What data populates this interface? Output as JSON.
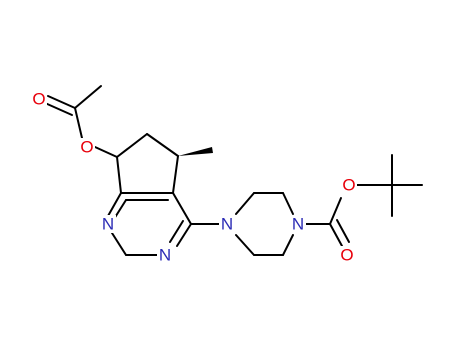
{
  "molecule": {
    "colors": {
      "bond": "#000000",
      "oxygen": "#e8000b",
      "nitrogen": "#2b2bb5",
      "background": "#ffffff"
    },
    "atoms": {
      "o_carbonyl_acetate": "O",
      "o_ester_acetate": "O",
      "o_ester_boc": "O",
      "o_carbonyl_boc": "O",
      "n_pyrimidine_left": "N",
      "n_pyrimidine_bottom": "N",
      "n_piperazine_left": "N",
      "n_piperazine_right": "N"
    }
  }
}
